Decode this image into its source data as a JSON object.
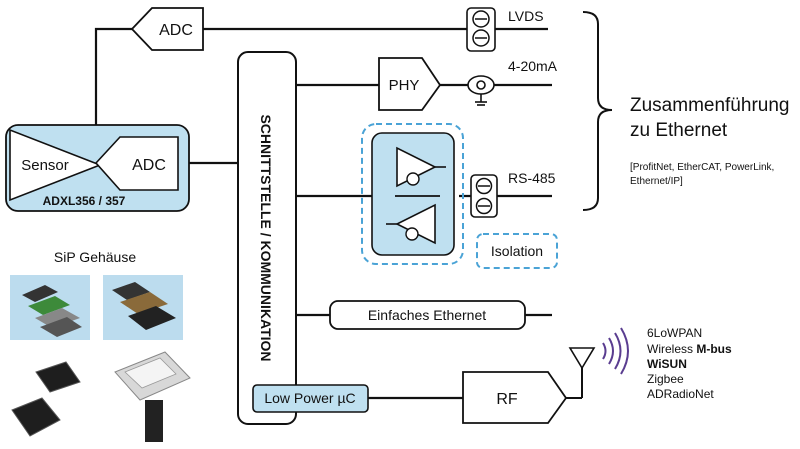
{
  "labels": {
    "adc_top": "ADC",
    "adc_sensor": "ADC",
    "sensor": "Sensor",
    "sensor_part": "ADXL356 / 357",
    "interface": "SCHNITTSTELLE  /  KOMMUNIKATION",
    "lvds": "LVDS",
    "current_loop": "4-20mA",
    "phy": "PHY",
    "rs485": "RS-485",
    "isolation": "Isolation",
    "ethernet_simple": "Einfaches Ethernet",
    "low_power_uc": "Low Power µC",
    "rf": "RF",
    "merge_line1": "Zusammenführung",
    "merge_line2": "zu Ethernet",
    "protocols_line1": "[ProfitNet, EtherCAT, PowerLink,",
    "protocols_line2": "Ethernet/IP]",
    "sip_title": "SiP Gehäuse"
  },
  "wireless": {
    "item1": "6LoWPAN",
    "item2_prefix": "Wireless ",
    "item2_bold": "M-bus",
    "item3": "WiSUN",
    "item4": "Zigbee",
    "item5": "ADRadioNet"
  },
  "colors": {
    "accent_fill": "#bfe0f0",
    "accent_dash": "#4aa3d6",
    "line": "#111111"
  }
}
